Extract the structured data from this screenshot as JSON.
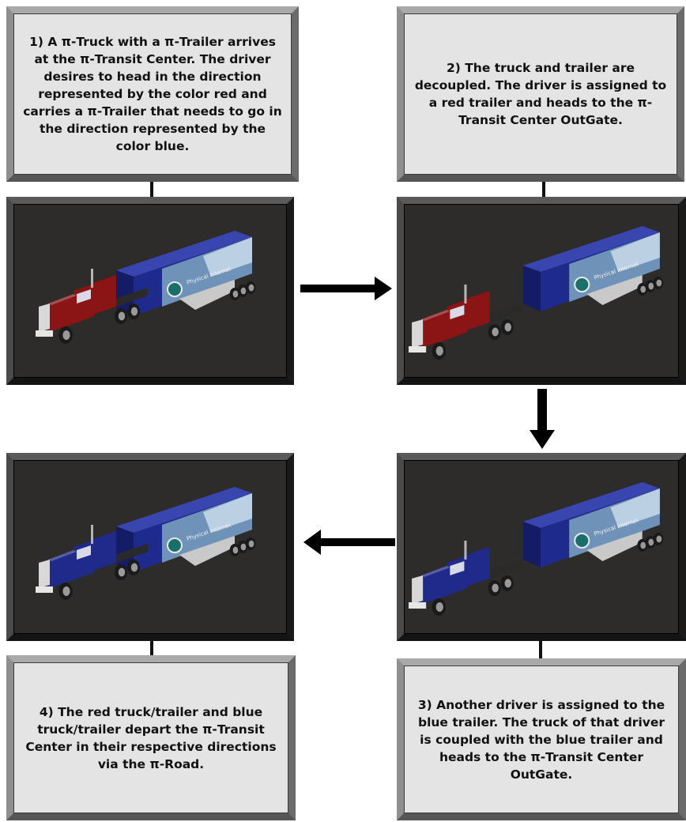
{
  "steps": {
    "step1": "1) A π-Truck with a π-Trailer arrives at the π-Transit Center.  The driver desires to head in the direction represented by the color red and carries a π-Trailer that needs to go in the direction represented by the color blue.",
    "step2": "2) The truck and trailer are decoupled. The driver is assigned to a red trailer and heads to the π-Transit Center OutGate.",
    "step3": "3) Another driver is assigned to the blue trailer. The truck of that driver is coupled with the blue trailer and heads to the π-Transit Center OutGate.",
    "step4": "4) The red truck/trailer and blue truck/trailer depart the π-Transit Center in their respective directions via the π-Road."
  },
  "scenes": {
    "scene1": {
      "cab_color": "#8b1414",
      "coupled": true
    },
    "scene2": {
      "cab_color": "#8b1414",
      "coupled": false
    },
    "scene3": {
      "cab_color": "#1f2a8a",
      "coupled": false
    },
    "scene4": {
      "cab_color": "#1f2a8a",
      "coupled": true
    }
  },
  "trailer": {
    "body_color": "#1e2a8c",
    "logo_text": "Physical Internet"
  },
  "colors": {
    "panel_bg": "#2e2b2b",
    "box_bg": "#e4e4e4",
    "arrow": "#000000"
  },
  "arrows": [
    "right",
    "down",
    "left"
  ]
}
